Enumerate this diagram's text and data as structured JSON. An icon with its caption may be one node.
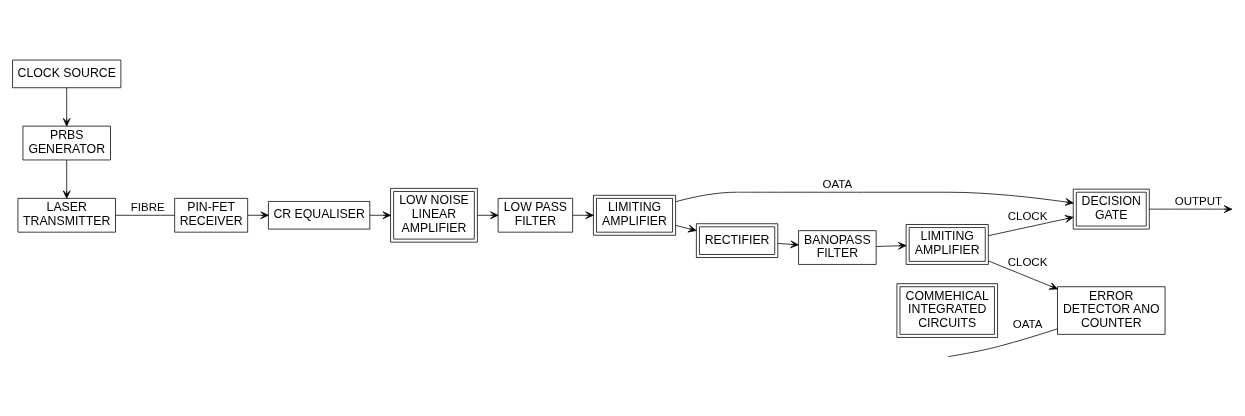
{
  "diagram": {
    "nodes": [
      {
        "text": [
          "LASER TRANSMITTER"
        ]
      },
      {
        "text": [
          "PRBS GENERATOR"
        ]
      },
      {
        "text": [
          "CLOCK SOURCE"
        ]
      },
      {
        "text": [
          "PIN-FET RECEIVER"
        ]
      },
      {
        "text": [
          "CR EQUALISER"
        ]
      },
      {
        "text": [
          "LOW NOISE LINEAR AMPLIFIER"
        ]
      },
      {
        "text": [
          "LOW PASS FILTER"
        ]
      },
      {
        "text": [
          "LIMITING AMPLIFIER"
        ]
      },
      {
        "text": [
          "DECISION GATE"
        ]
      },
      {
        "text": [
          "RECTIFIER"
        ]
      },
      {
        "text": [
          "BANOPASS FILTER"
        ]
      },
      {
        "text": [
          "LIMITING AMPLIFIER"
        ]
      },
      {
        "text": [
          "ERROR DETECTOR ANO COUNTER"
        ]
      },
      {
        "text": [
          "COMMEHICAL INTEGRATED CIRCUITS"
        ]
      }
    ],
    "edges": [
      {
        "from": 2,
        "to": 1,
        "arrow": "to"
      },
      {
        "from": 1,
        "to": 0,
        "arrow": "to"
      },
      {
        "from": 0,
        "to": 3,
        "arrow": "none",
        "label": "FIBRE"
      },
      {
        "from": 3,
        "to": 4,
        "arrow": "to"
      },
      {
        "from": 4,
        "to": 5,
        "arrow": "to"
      },
      {
        "from": 5,
        "to": 6,
        "arrow": "to"
      },
      {
        "from": 6,
        "to": 7,
        "arrow": "to"
      },
      {
        "from": 7,
        "to": 8,
        "arrow": "to",
        "label": "OATA"
      },
      {
        "from": 8,
        "to": null,
        "arrow": "to",
        "label": "OUTPUT"
      },
      {
        "from": 7,
        "to": 9,
        "arrow": "to"
      },
      {
        "from": 9,
        "to": 10,
        "arrow": "to"
      },
      {
        "from": 10,
        "to": 11,
        "arrow": "to"
      },
      {
        "from": 11,
        "to": 8,
        "arrow": "to",
        "label": "CLOCK"
      },
      {
        "from": 11,
        "to": 12,
        "arrow": "to",
        "label": "CLOCK"
      },
      {
        "from": null,
        "to": 12,
        "arrow": "none",
        "label": "OATA"
      }
    ]
  }
}
